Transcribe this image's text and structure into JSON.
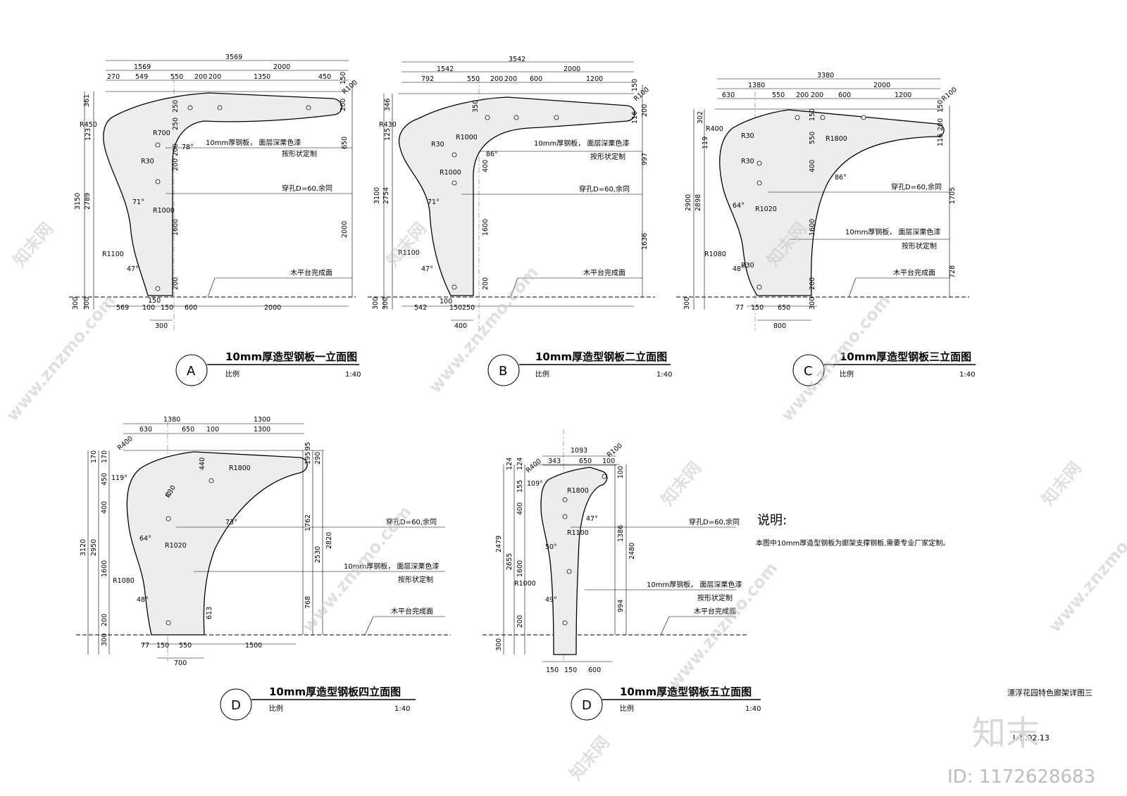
{
  "sheet_title": "漂浮花园特色廊架详图三",
  "sheet_number": "L-5.02.13",
  "notes": {
    "heading": "说明:",
    "body": "本图中10mm厚造型钢板为廊架支撑钢板,需要专业厂家定制。"
  },
  "watermark": {
    "site": "www.znzmo.com",
    "brand": "知末网",
    "logo": "知末",
    "id": "ID: 1172628683"
  },
  "views": [
    {
      "mark": "A",
      "title": "10mm厚造型钢板一立面图",
      "scale_label": "比例",
      "scale": "1:40",
      "callouts": [
        "10mm厚钢板， 面层深栗色漆",
        "按形状定制",
        "穿孔D=60,余同",
        "木平台完成面"
      ],
      "top_dims": [
        "3569",
        "1569",
        "2000",
        "270",
        "549",
        "550",
        "200",
        "200",
        "1350",
        "450"
      ],
      "left_dims": [
        "361",
        "123",
        "3150",
        "2789",
        "300",
        "300"
      ],
      "right_dims": [
        "150",
        "200",
        "650",
        "2000"
      ],
      "inner_dims": [
        "250",
        "250",
        "200",
        "200",
        "1600",
        "200",
        "150"
      ],
      "bottom_dims": [
        "569",
        "100",
        "150",
        "600",
        "2000",
        "300"
      ],
      "radii": [
        "R450",
        "R700",
        "R30",
        "R1000",
        "R1100",
        "R100"
      ],
      "angles": [
        "78°",
        "71°",
        "47°"
      ]
    },
    {
      "mark": "B",
      "title": "10mm厚造型钢板二立面图",
      "scale_label": "比例",
      "scale": "1:40",
      "callouts": [
        "10mm厚钢板， 面层深栗色漆",
        "按形状定制",
        "穿孔D=60,余同",
        "木平台完成面"
      ],
      "top_dims": [
        "3542",
        "1542",
        "2000",
        "792",
        "550",
        "200",
        "200",
        "600",
        "1200"
      ],
      "left_dims": [
        "346",
        "125",
        "3100",
        "2754",
        "300",
        "300"
      ],
      "right_dims": [
        "150",
        "116",
        "200",
        "997",
        "1636"
      ],
      "inner_dims": [
        "350",
        "400",
        "1600",
        "200"
      ],
      "bottom_dims": [
        "542",
        "100",
        "150",
        "250",
        "400"
      ],
      "radii": [
        "R430",
        "R30",
        "R1000",
        "R1000",
        "R1100",
        "R100"
      ],
      "angles": [
        "86°",
        "71°",
        "47°"
      ]
    },
    {
      "mark": "C",
      "title": "10mm厚造型钢板三立面图",
      "scale_label": "比例",
      "scale": "1:40",
      "callouts": [
        "穿孔D=60,余同",
        "10mm厚钢板， 面层深栗色漆",
        "按形状定制",
        "木平台完成面"
      ],
      "top_dims": [
        "3380",
        "1380",
        "2000",
        "630",
        "550",
        "200",
        "200",
        "600",
        "1200"
      ],
      "left_dims": [
        "302",
        "119",
        "2900",
        "2898",
        "300"
      ],
      "right_dims": [
        "150",
        "200",
        "116",
        "1705",
        "728"
      ],
      "inner_dims": [
        "150",
        "550",
        "400",
        "1600",
        "200",
        "300"
      ],
      "bottom_dims": [
        "77",
        "150",
        "650",
        "800"
      ],
      "radii": [
        "R400",
        "R30",
        "R30",
        "R1800",
        "R1020",
        "R1080",
        "R30",
        "R100"
      ],
      "angles": [
        "86°",
        "64°",
        "48°"
      ]
    },
    {
      "mark": "D",
      "title": "10mm厚造型钢板四立面图",
      "scale_label": "比例",
      "scale": "1:40",
      "callouts": [
        "穿孔D=60,余同",
        "10mm厚钢板， 面层深栗色漆",
        "按形状定制",
        "木平台完成面"
      ],
      "top_dims": [
        "1380",
        "1300",
        "630",
        "650",
        "100",
        "1300"
      ],
      "left_dims": [
        "170",
        "170",
        "450",
        "400",
        "3120",
        "2950",
        "1600",
        "200",
        "300"
      ],
      "right_dims": [
        "195",
        "95",
        "290",
        "1762",
        "2530",
        "2820",
        "768",
        "613"
      ],
      "inner_dims": [
        "440"
      ],
      "bottom_dims": [
        "77",
        "150",
        "550",
        "1500",
        "700"
      ],
      "radii": [
        "R400",
        "R30",
        "R1800",
        "R1020",
        "R1080"
      ],
      "angles": [
        "119°",
        "73°",
        "64°",
        "48°"
      ]
    },
    {
      "mark": "D",
      "title": "10mm厚造型钢板五立面图",
      "scale_label": "比例",
      "scale": "1:40",
      "callouts": [
        "穿孔D=60,余同",
        "10mm厚钢板， 面层深栗色漆",
        "按形状定制",
        "木平台完成面"
      ],
      "top_dims": [
        "1093",
        "343",
        "650",
        "100"
      ],
      "left_dims": [
        "124",
        "124",
        "155",
        "400",
        "2479",
        "2655",
        "1600",
        "200",
        "300"
      ],
      "right_dims": [
        "100",
        "1386",
        "2480",
        "994"
      ],
      "inner_dims": [],
      "bottom_dims": [
        "150",
        "150",
        "600"
      ],
      "radii": [
        "R400",
        "R100",
        "R1800",
        "R1100",
        "R1000"
      ],
      "angles": [
        "109°",
        "47°",
        "50°",
        "49°"
      ]
    }
  ]
}
